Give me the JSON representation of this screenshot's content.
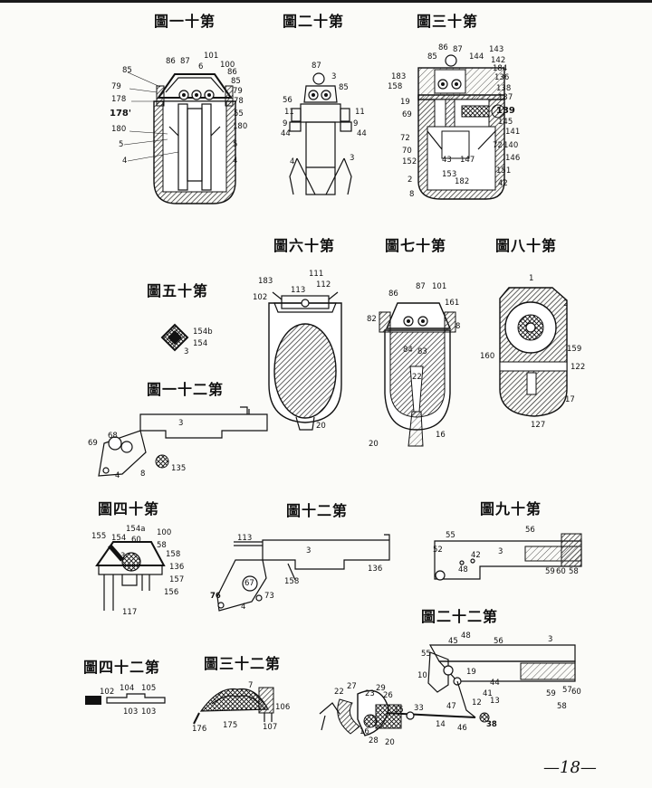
{
  "titles": {
    "fig11": "圖一十第",
    "fig12": "圖二十第",
    "fig13": "圖三十第",
    "fig15": "圖五十第",
    "fig16": "圖六十第",
    "fig17": "圖七十第",
    "fig18": "圖八十第",
    "fig21": "圖一十二第",
    "fig14": "圖四十第",
    "fig_twelve": "圖十二第",
    "fig19": "圖九十第",
    "fig22": "圖二十二第",
    "fig24": "圖四十二第",
    "fig23": "圖三十二第"
  },
  "page_number": "—18—",
  "hatch": "#222222"
}
